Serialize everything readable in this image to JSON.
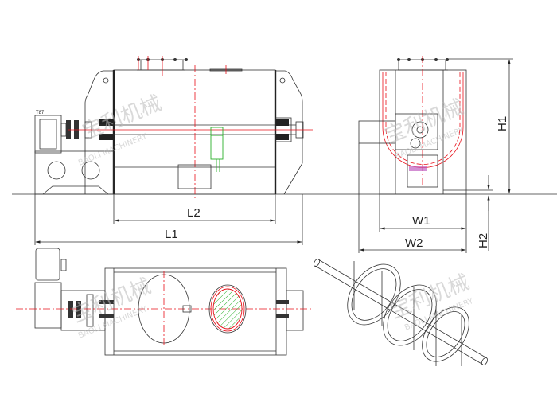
{
  "drawing": {
    "title": "Ribbon mixer dimension drawing",
    "dimensions": {
      "L1": "L1",
      "L2": "L2",
      "W1": "W1",
      "W2": "W2",
      "H1": "H1",
      "H2": "H2"
    },
    "motor_label": "T87",
    "watermark": {
      "cn": "宝利机械",
      "en": "BAOLI MACHINERY"
    },
    "colors": {
      "line": "#333333",
      "centerline": "#e8101a",
      "cylinder": "#2bb02b",
      "hatch": "#2bb02b",
      "valve": "#c060c0"
    }
  }
}
